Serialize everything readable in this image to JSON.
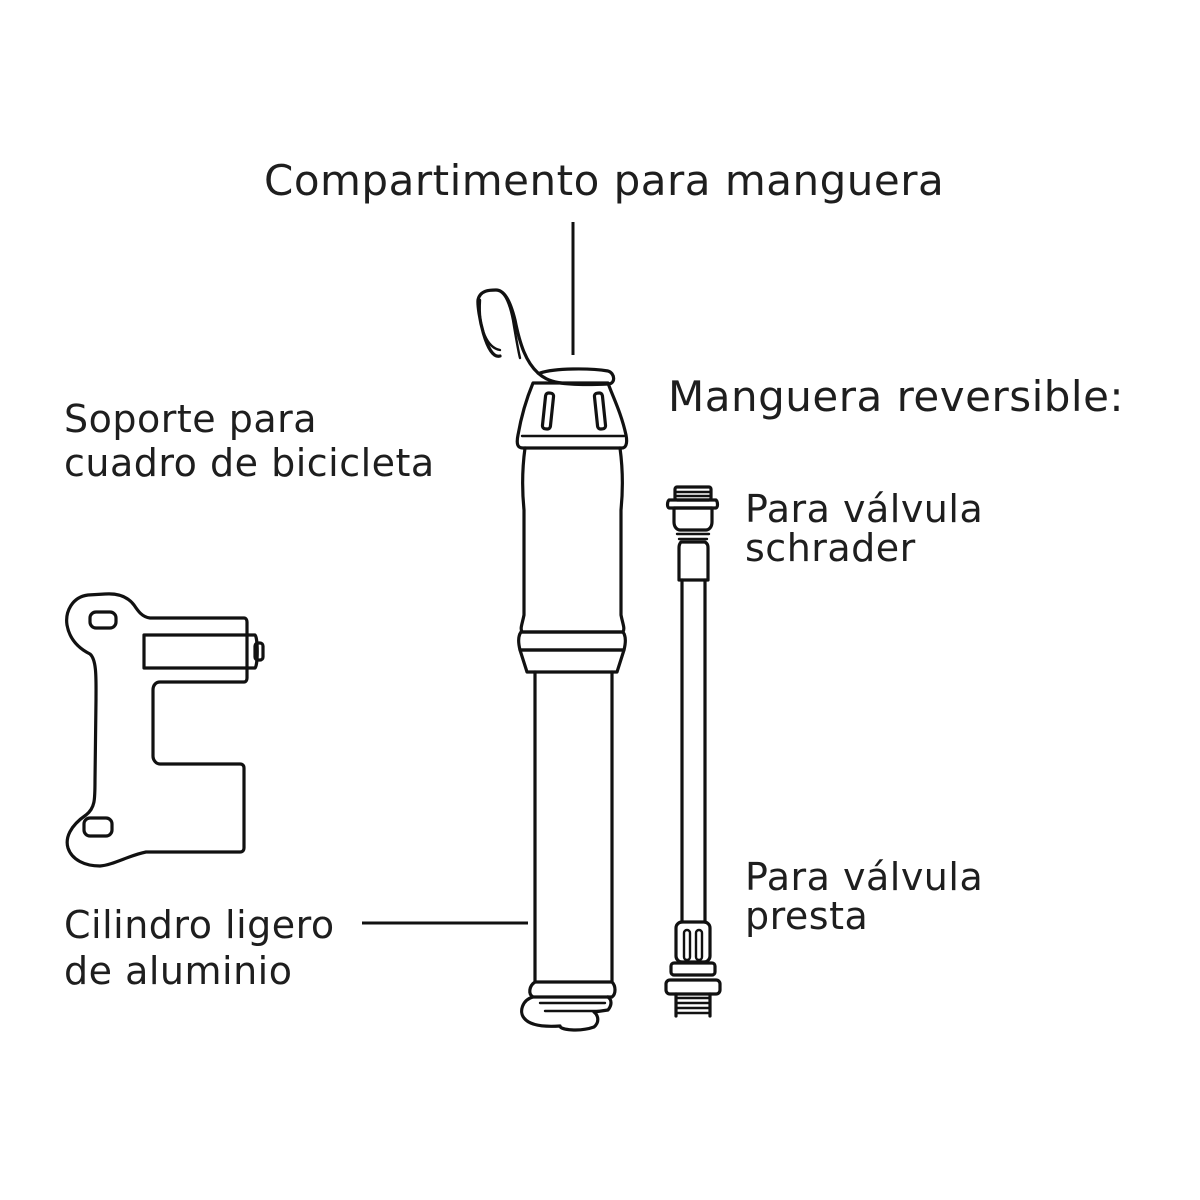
{
  "diagram": {
    "type": "product-parts-diagram",
    "subject": "bicycle mini pump",
    "labels": {
      "hose_compartment": "Compartimento para manguera",
      "reversible_hose": "Manguera reversible:",
      "frame_mount_line1": "Soporte para",
      "frame_mount_line2": "cuadro de bicicleta",
      "schrader_line1": "Para válvula",
      "schrader_line2": "schrader",
      "presta_line1": "Para válvula",
      "presta_line2": "presta",
      "cylinder_line1": "Cilindro ligero",
      "cylinder_line2": "de aluminio"
    },
    "parts": [
      {
        "id": "pump",
        "name": "pump-body-icon"
      },
      {
        "id": "mount",
        "name": "frame-mount-bracket-icon"
      },
      {
        "id": "hose",
        "name": "reversible-hose-icon"
      }
    ],
    "colors": {
      "line": "#111111",
      "text": "#1e1e1e",
      "background": "#ffffff"
    }
  }
}
